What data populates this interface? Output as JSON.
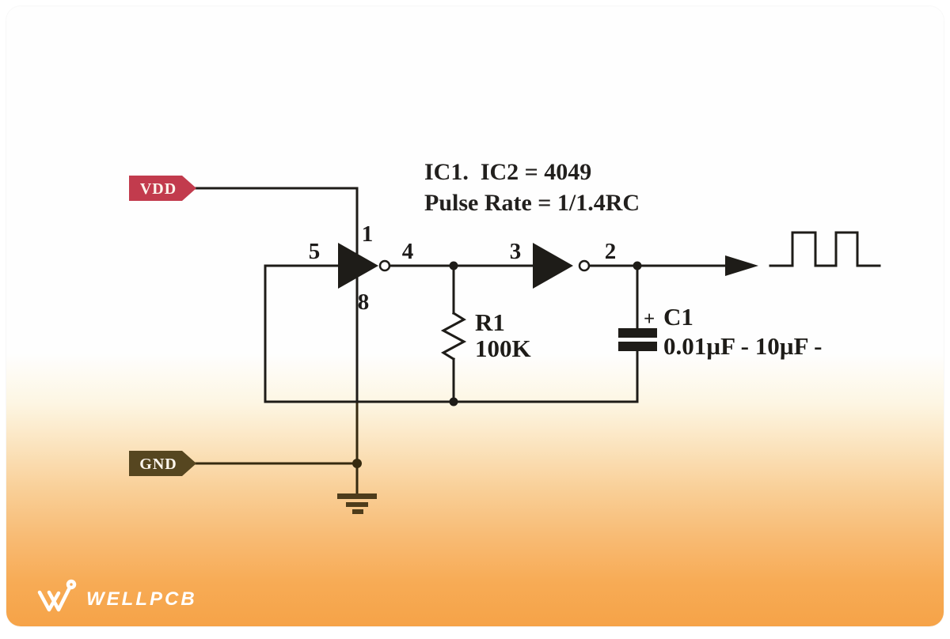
{
  "annotations": {
    "line1": "IC1.  IC2 = 4049",
    "line2": "Pulse Rate = 1/1.4RC"
  },
  "tags": {
    "vdd": "VDD",
    "gnd": "GND"
  },
  "pins": {
    "p1": "1",
    "p2": "2",
    "p3": "3",
    "p4": "4",
    "p5": "5",
    "p8": "8"
  },
  "components": {
    "resistor": {
      "ref": "R1",
      "value": "100K"
    },
    "capacitor": {
      "ref": "C1",
      "value": "0.01µF - 10µF -",
      "polarity": "+"
    }
  },
  "logo": {
    "text": "WELLPCB"
  },
  "colors": {
    "vdd_tag": "#c23b4d",
    "gnd_tag": "#564620",
    "wire_black": "#1e1c18",
    "wire_brown": "#362a10",
    "ground_symbol": "#4e3c1b",
    "card_orange": "#f6a348"
  }
}
